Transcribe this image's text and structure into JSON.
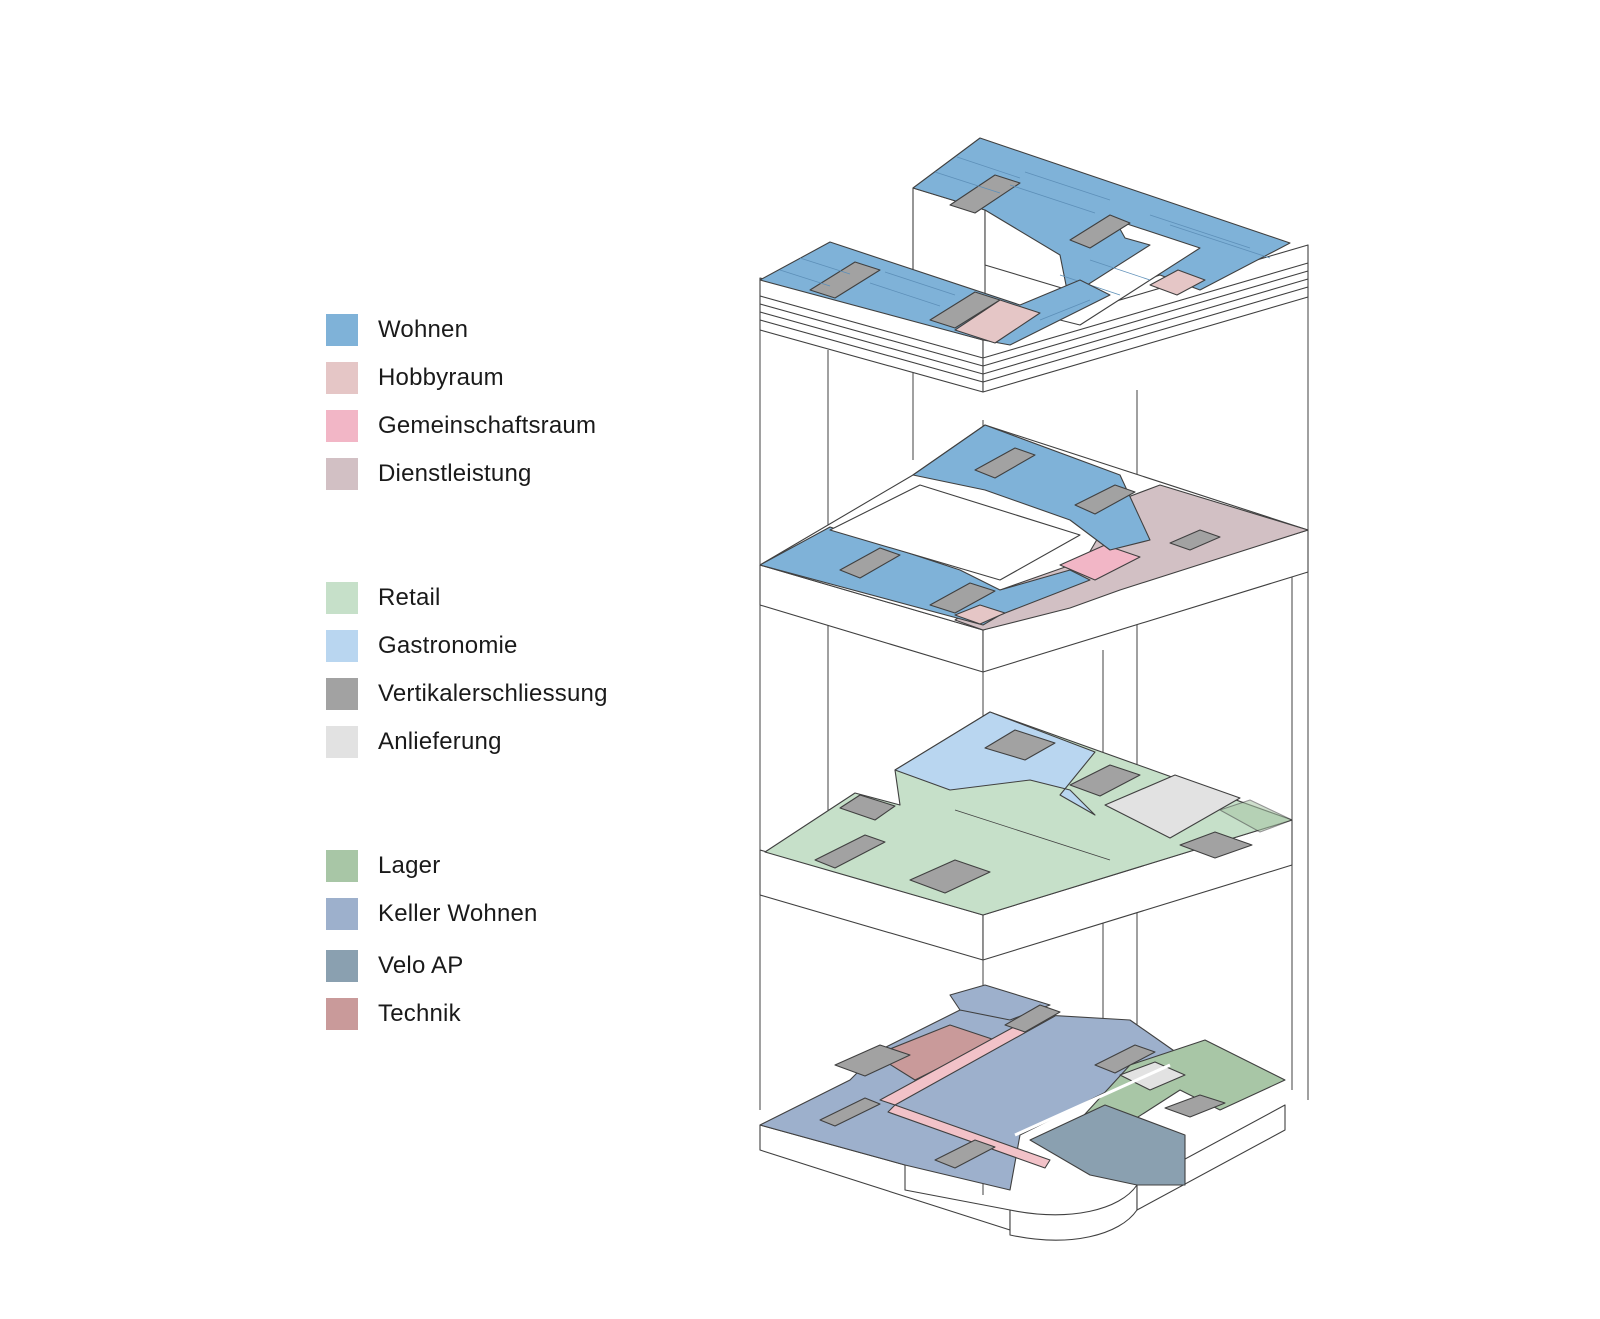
{
  "legend": {
    "groups": [
      {
        "items": [
          {
            "label": "Wohnen",
            "color": "#7fb2d8"
          },
          {
            "label": "Hobbyraum",
            "color": "#e5c6c6"
          },
          {
            "label": "Gemeinschaftsraum",
            "color": "#f2b6c6"
          },
          {
            "label": "Dienstleistung",
            "color": "#d2c0c4"
          }
        ]
      },
      {
        "items": [
          {
            "label": "Retail",
            "color": "#c6e0c9"
          },
          {
            "label": "Gastronomie",
            "color": "#b9d6f0"
          },
          {
            "label": "Vertikalerschliessung",
            "color": "#a2a2a2"
          },
          {
            "label": "Anlieferung",
            "color": "#e2e2e2"
          }
        ]
      },
      {
        "items": [
          {
            "label": "Lager",
            "color": "#a8c6a6"
          },
          {
            "label": "Keller Wohnen",
            "color": "#9db0cc"
          },
          {
            "label": "Velo AP",
            "color": "#8aa0b0"
          },
          {
            "label": "Technik",
            "color": "#c99a9a"
          }
        ]
      }
    ]
  },
  "diagram": {
    "levels": [
      "top-residential",
      "residential-services",
      "ground-retail",
      "basement"
    ],
    "edge_color": "#404040",
    "slab_color": "#ffffff"
  }
}
